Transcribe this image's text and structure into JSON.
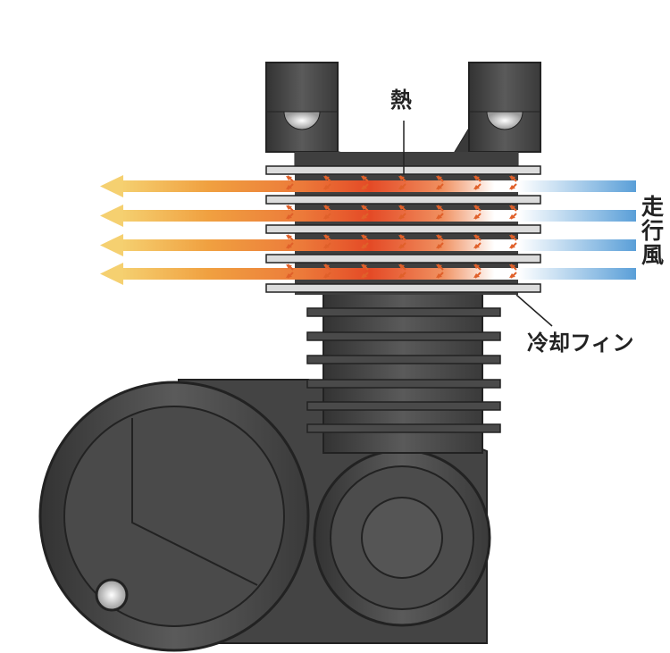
{
  "labels": {
    "heat": "熱",
    "running_wind": "走行風",
    "cooling_fin": "冷却フィン"
  },
  "colors": {
    "engine": "#4a4a4a",
    "fin": "#dcdcdc",
    "hot_air": "#e8502a",
    "warm_air": "#f0a040",
    "cool_air": "#5a9fd8"
  }
}
